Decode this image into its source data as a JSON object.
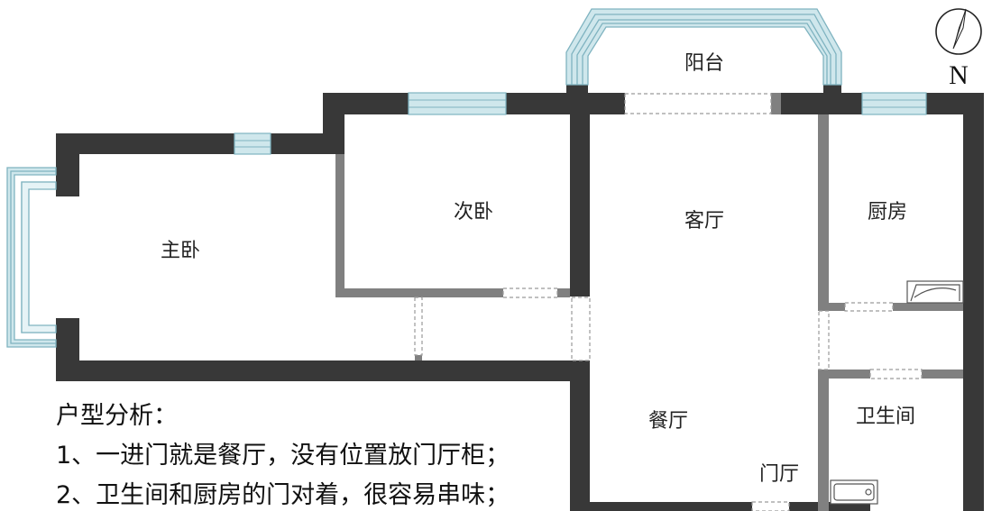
{
  "compass": {
    "north_label": "N"
  },
  "rooms": {
    "balcony": "阳台",
    "master_bedroom": "主卧",
    "second_bedroom": "次卧",
    "living_room": "客厅",
    "kitchen": "厨房",
    "dining_room": "餐厅",
    "bathroom": "卫生间",
    "entrance": "门厅"
  },
  "analysis": {
    "title": "户型分析：",
    "points": [
      "1、一进门就是餐厅，没有位置放门厅柜；",
      "2、卫生间和厨房的门对着，很容易串味；"
    ]
  },
  "colors": {
    "wall": "#383838",
    "partition": "#808080",
    "window_fill": "#cfe7ec",
    "window_line": "#7fb3c0"
  }
}
